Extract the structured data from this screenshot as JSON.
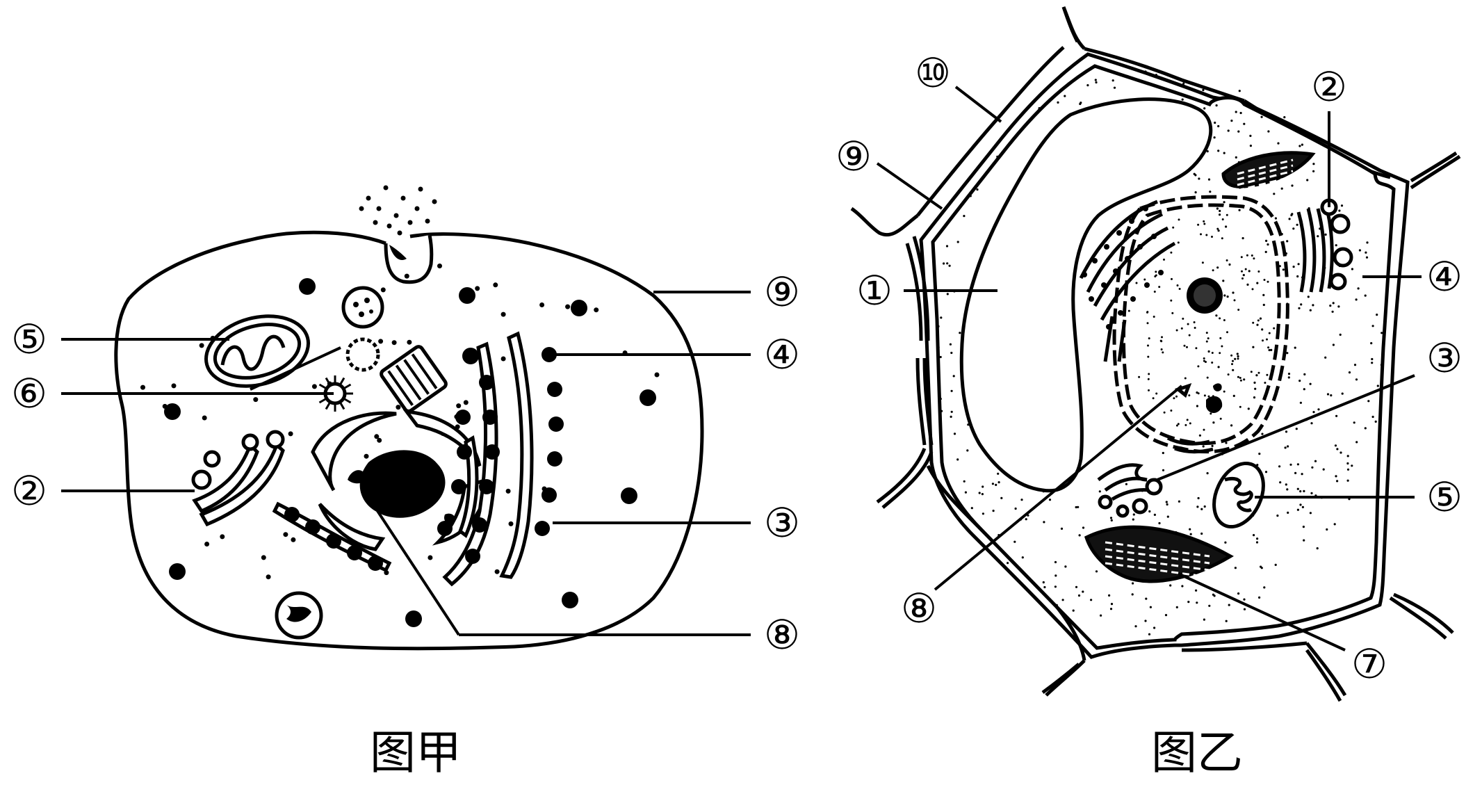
{
  "figure_a": {
    "caption": "图甲",
    "labels": {
      "l9": "⑨",
      "l5": "⑤",
      "l4": "④",
      "l6": "⑥",
      "l2": "②",
      "l3": "③",
      "l8": "⑧"
    }
  },
  "figure_b": {
    "caption": "图乙",
    "labels": {
      "l10": "⑩",
      "l2": "②",
      "l9": "⑨",
      "l1": "①",
      "l4": "④",
      "l3": "③",
      "l5": "⑤",
      "l8": "⑧",
      "l7": "⑦"
    }
  }
}
